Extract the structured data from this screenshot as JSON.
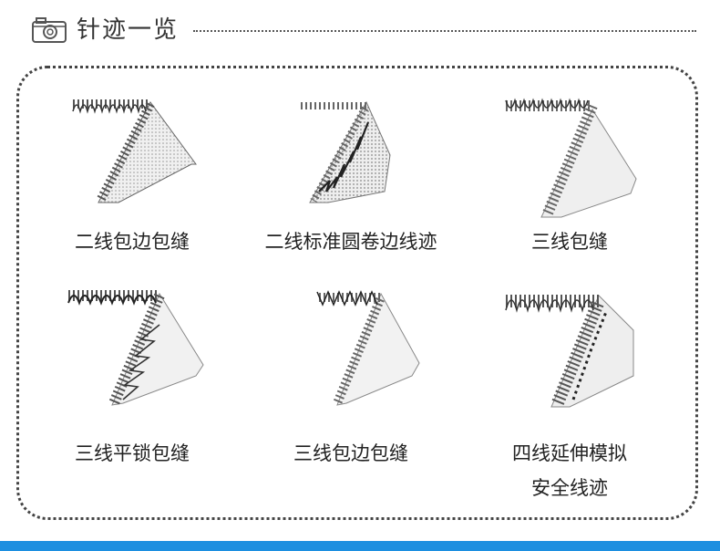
{
  "header": {
    "title": "针迹一览",
    "icon": "camera-icon"
  },
  "stitches": [
    {
      "label": "二线包边包缝",
      "label2": ""
    },
    {
      "label": "二线标准圆卷边线迹",
      "label2": ""
    },
    {
      "label": "三线包缝",
      "label2": ""
    },
    {
      "label": "三线平锁包缝",
      "label2": ""
    },
    {
      "label": "三线包边包缝",
      "label2": ""
    },
    {
      "label": "四线延伸模拟",
      "label2": "安全线迹"
    }
  ],
  "colors": {
    "accent_bar": "#1d8fe0",
    "border": "#444444"
  }
}
